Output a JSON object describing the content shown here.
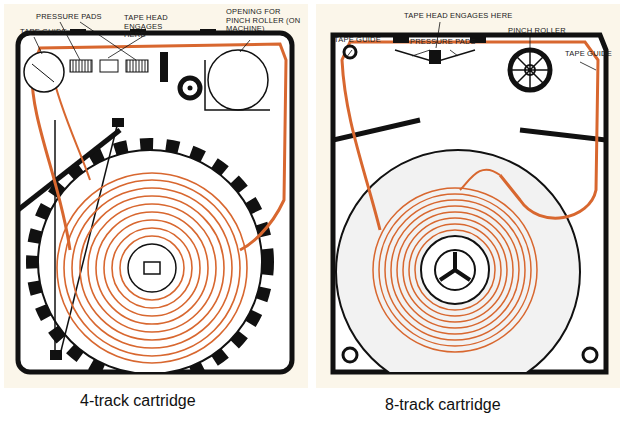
{
  "diagram": {
    "labels": [
      "PRESSURE PADS",
      "TAPE GUIDE",
      "TAPE HEAD ENGAGES HERE",
      "OPENING FOR PINCH ROLLER (ON MACHINE)",
      "4-track cartridge",
      "TAPE GUIDE",
      "PRESSURE PADS",
      "TAPE HEAD ENGAGES HERE",
      "PINCH ROLLER",
      "TAPE GUIDE",
      "8-track cartridge"
    ]
  }
}
